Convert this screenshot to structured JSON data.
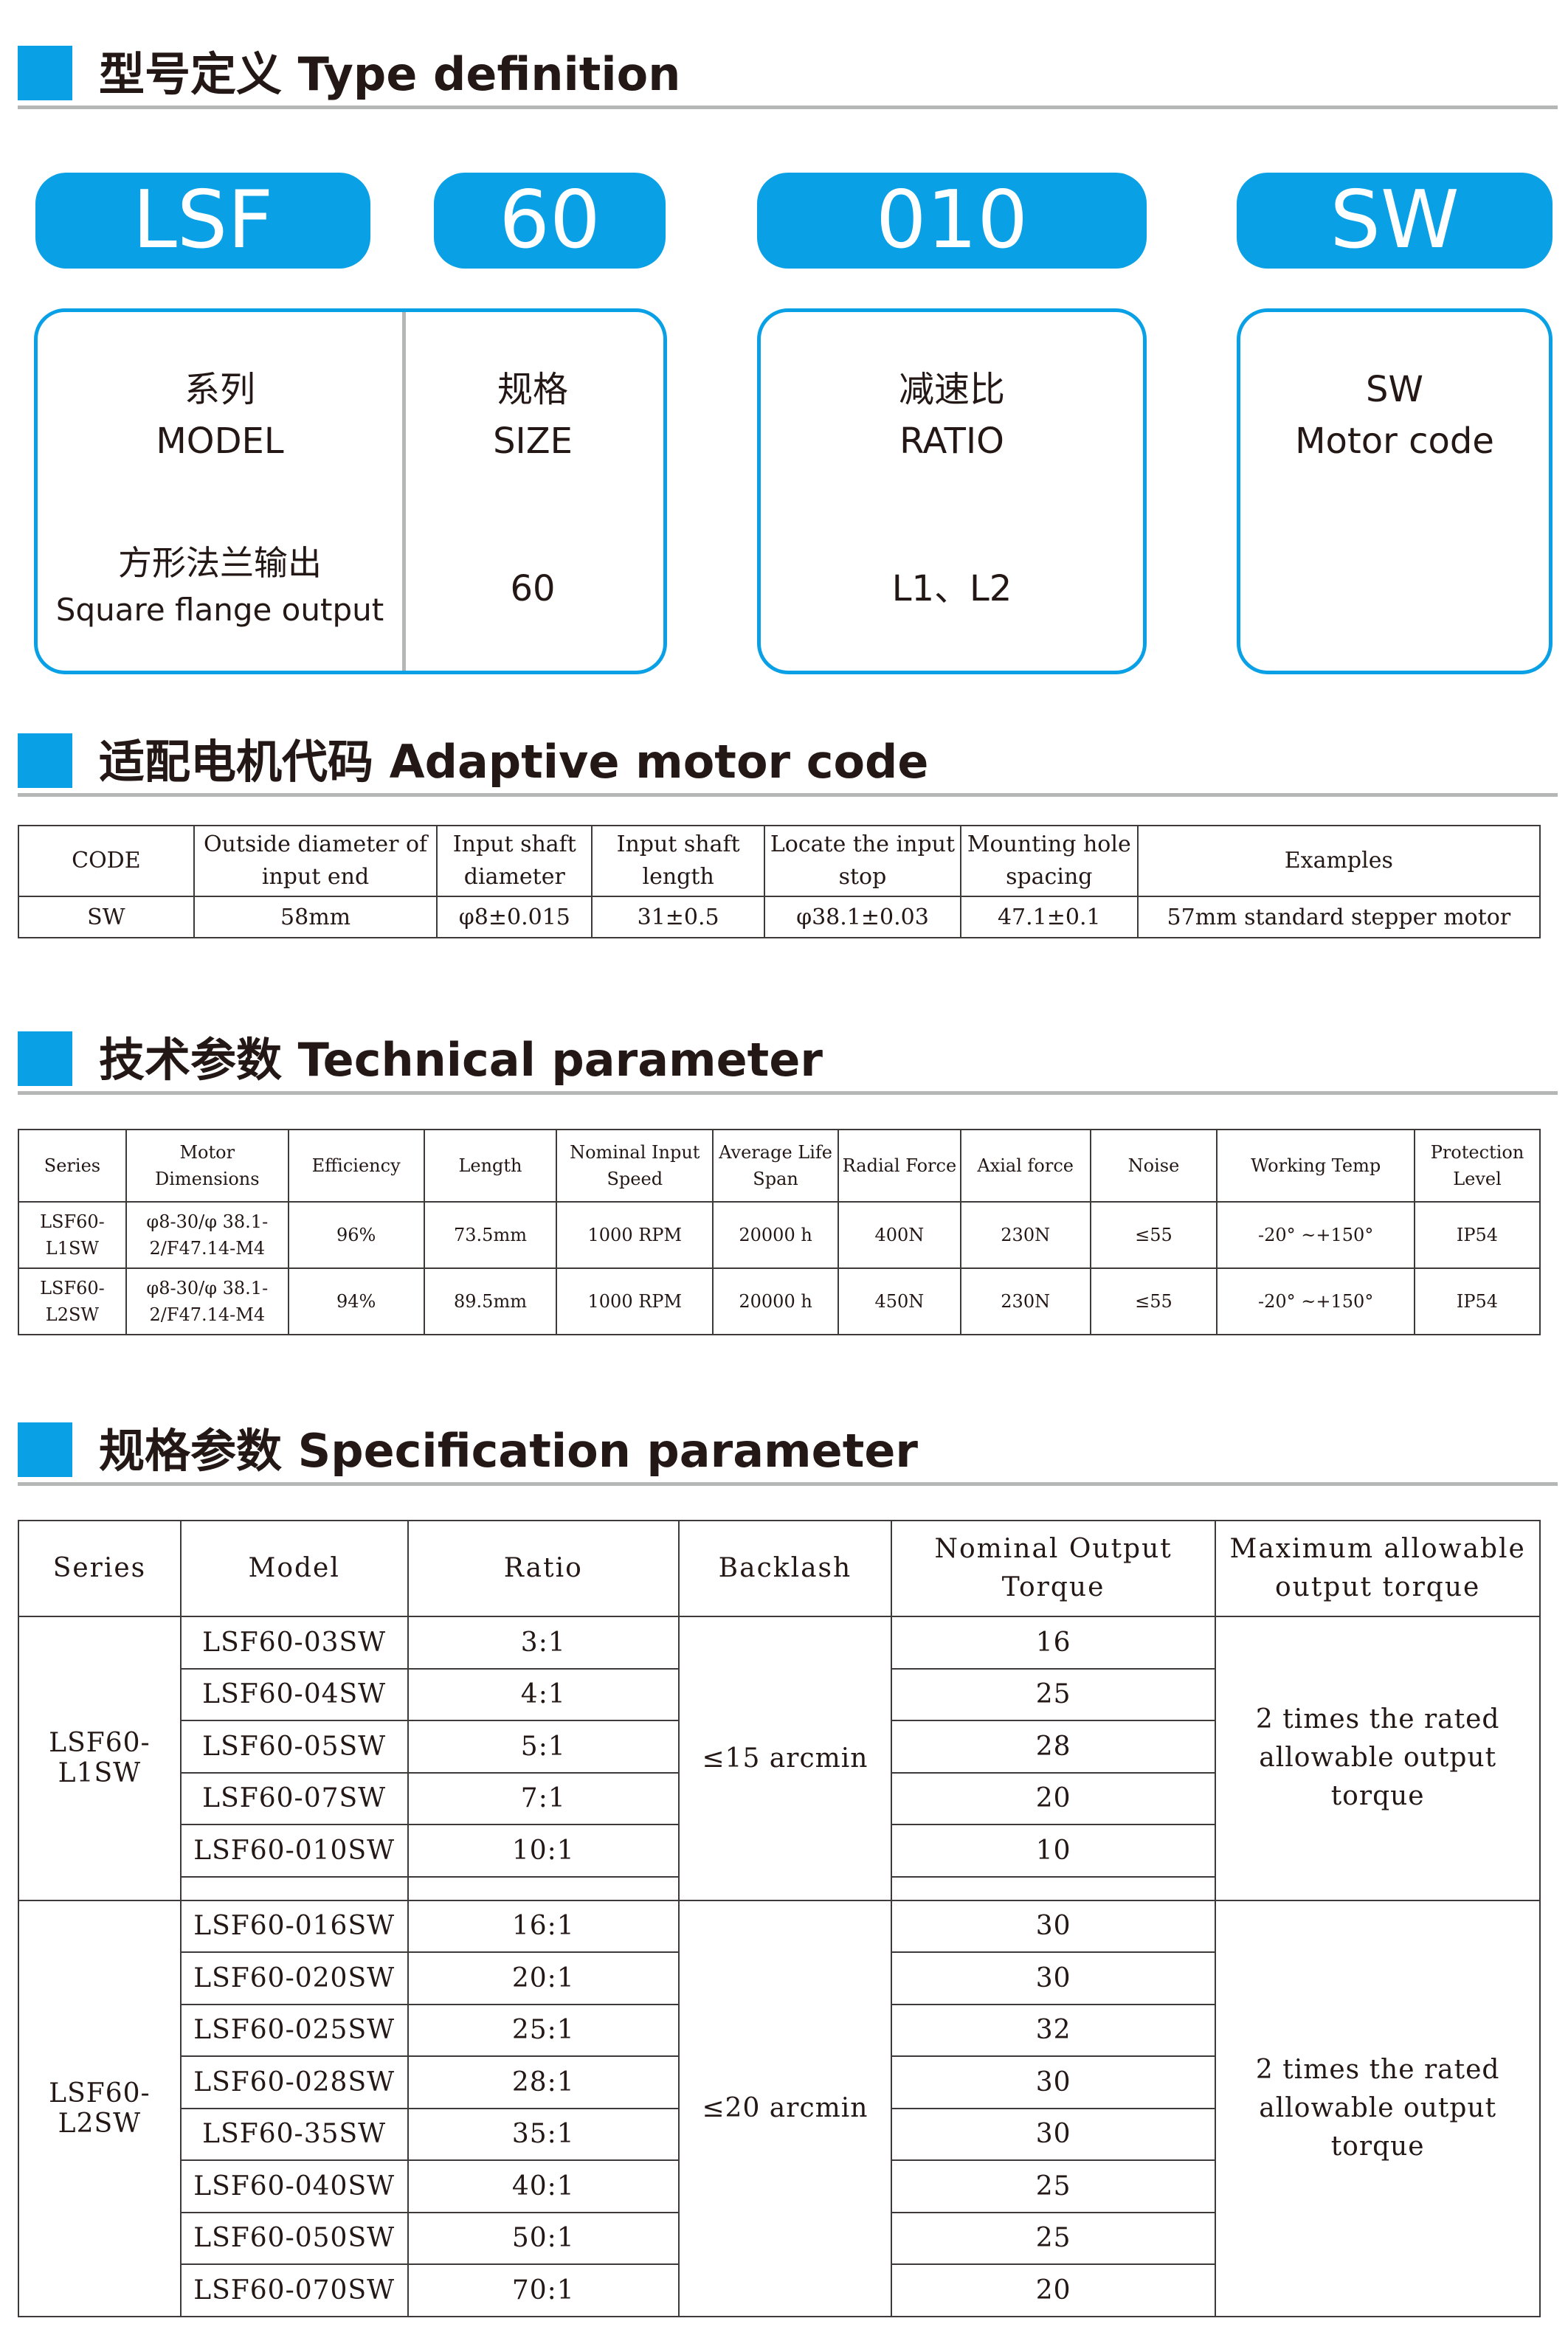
{
  "sections": {
    "type_definition": "型号定义  Type definition",
    "adaptive_motor": "适配电机代码   Adaptive motor code",
    "technical": "技术参数  Technical parameter",
    "specification": "规格参数  Specification parameter"
  },
  "colors": {
    "accent": "#0aa0e6",
    "rule": "#b5b6b6",
    "text": "#231815"
  },
  "type_definition": {
    "codes": [
      "LSF",
      "60",
      "010",
      "SW"
    ],
    "model_cn": "系列",
    "model_en": "MODEL",
    "model_value_cn": "方形法兰输出",
    "model_value_en": "Square flange output",
    "size_cn": "规格",
    "size_en": "SIZE",
    "size_value": "60",
    "ratio_cn": "减速比",
    "ratio_en": "RATIO",
    "ratio_value": "L1、L2",
    "motor_code_title": "SW",
    "motor_code_en": "Motor code"
  },
  "adaptive_table": {
    "headers": [
      "CODE",
      "Outside diameter of input end",
      "Input shaft diameter",
      "Input shaft length",
      "Locate the input stop",
      "Mounting hole spacing",
      "Examples"
    ],
    "row": [
      "SW",
      "58mm",
      "φ8±0.015",
      "31±0.5",
      "φ38.1±0.03",
      "47.1±0.1",
      "57mm standard stepper motor"
    ]
  },
  "technical_table": {
    "headers": [
      "Series",
      "Motor Dimensions",
      "Efficiency",
      "Length",
      "Nominal Input Speed",
      "Average Life Span",
      "Radial Force",
      "Axial force",
      "Noise",
      "Working Temp",
      "Protection Level"
    ],
    "rows": [
      [
        "LSF60-L1SW",
        "φ8-30/φ 38.1-2/F47.14-M4",
        "96%",
        "73.5mm",
        "1000 RPM",
        "20000 h",
        "400N",
        "230N",
        "≤55",
        "-20° ~+150°",
        "IP54"
      ],
      [
        "LSF60-L2SW",
        "φ8-30/φ 38.1-2/F47.14-M4",
        "94%",
        "89.5mm",
        "1000 RPM",
        "20000 h",
        "450N",
        "230N",
        "≤55",
        "-20° ~+150°",
        "IP54"
      ]
    ]
  },
  "spec_table": {
    "headers": [
      "Series",
      "Model",
      "Ratio",
      "Backlash",
      "Nominal Output Torque",
      "Maximum allowable output torque"
    ],
    "groups": [
      {
        "series": "LSF60-L1SW",
        "backlash": "≤15 arcmin",
        "max_torque": "2 times the rated allowable output torque",
        "rows": [
          {
            "model": "LSF60-03SW",
            "ratio": "3:1",
            "torque": "16"
          },
          {
            "model": "LSF60-04SW",
            "ratio": "4:1",
            "torque": "25"
          },
          {
            "model": "LSF60-05SW",
            "ratio": "5:1",
            "torque": "28"
          },
          {
            "model": "LSF60-07SW",
            "ratio": "7:1",
            "torque": "20"
          },
          {
            "model": "LSF60-010SW",
            "ratio": "10:1",
            "torque": "10"
          }
        ]
      },
      {
        "series": "LSF60-L2SW",
        "backlash": "≤20 arcmin",
        "max_torque": "2 times the rated allowable output torque",
        "rows": [
          {
            "model": "LSF60-016SW",
            "ratio": "16:1",
            "torque": "30"
          },
          {
            "model": "LSF60-020SW",
            "ratio": "20:1",
            "torque": "30"
          },
          {
            "model": "LSF60-025SW",
            "ratio": "25:1",
            "torque": "32"
          },
          {
            "model": "LSF60-028SW",
            "ratio": "28:1",
            "torque": "30"
          },
          {
            "model": "LSF60-35SW",
            "ratio": "35:1",
            "torque": "30"
          },
          {
            "model": "LSF60-040SW",
            "ratio": "40:1",
            "torque": "25"
          },
          {
            "model": "LSF60-050SW",
            "ratio": "50:1",
            "torque": "25"
          },
          {
            "model": "LSF60-070SW",
            "ratio": "70:1",
            "torque": "20"
          }
        ]
      }
    ]
  }
}
